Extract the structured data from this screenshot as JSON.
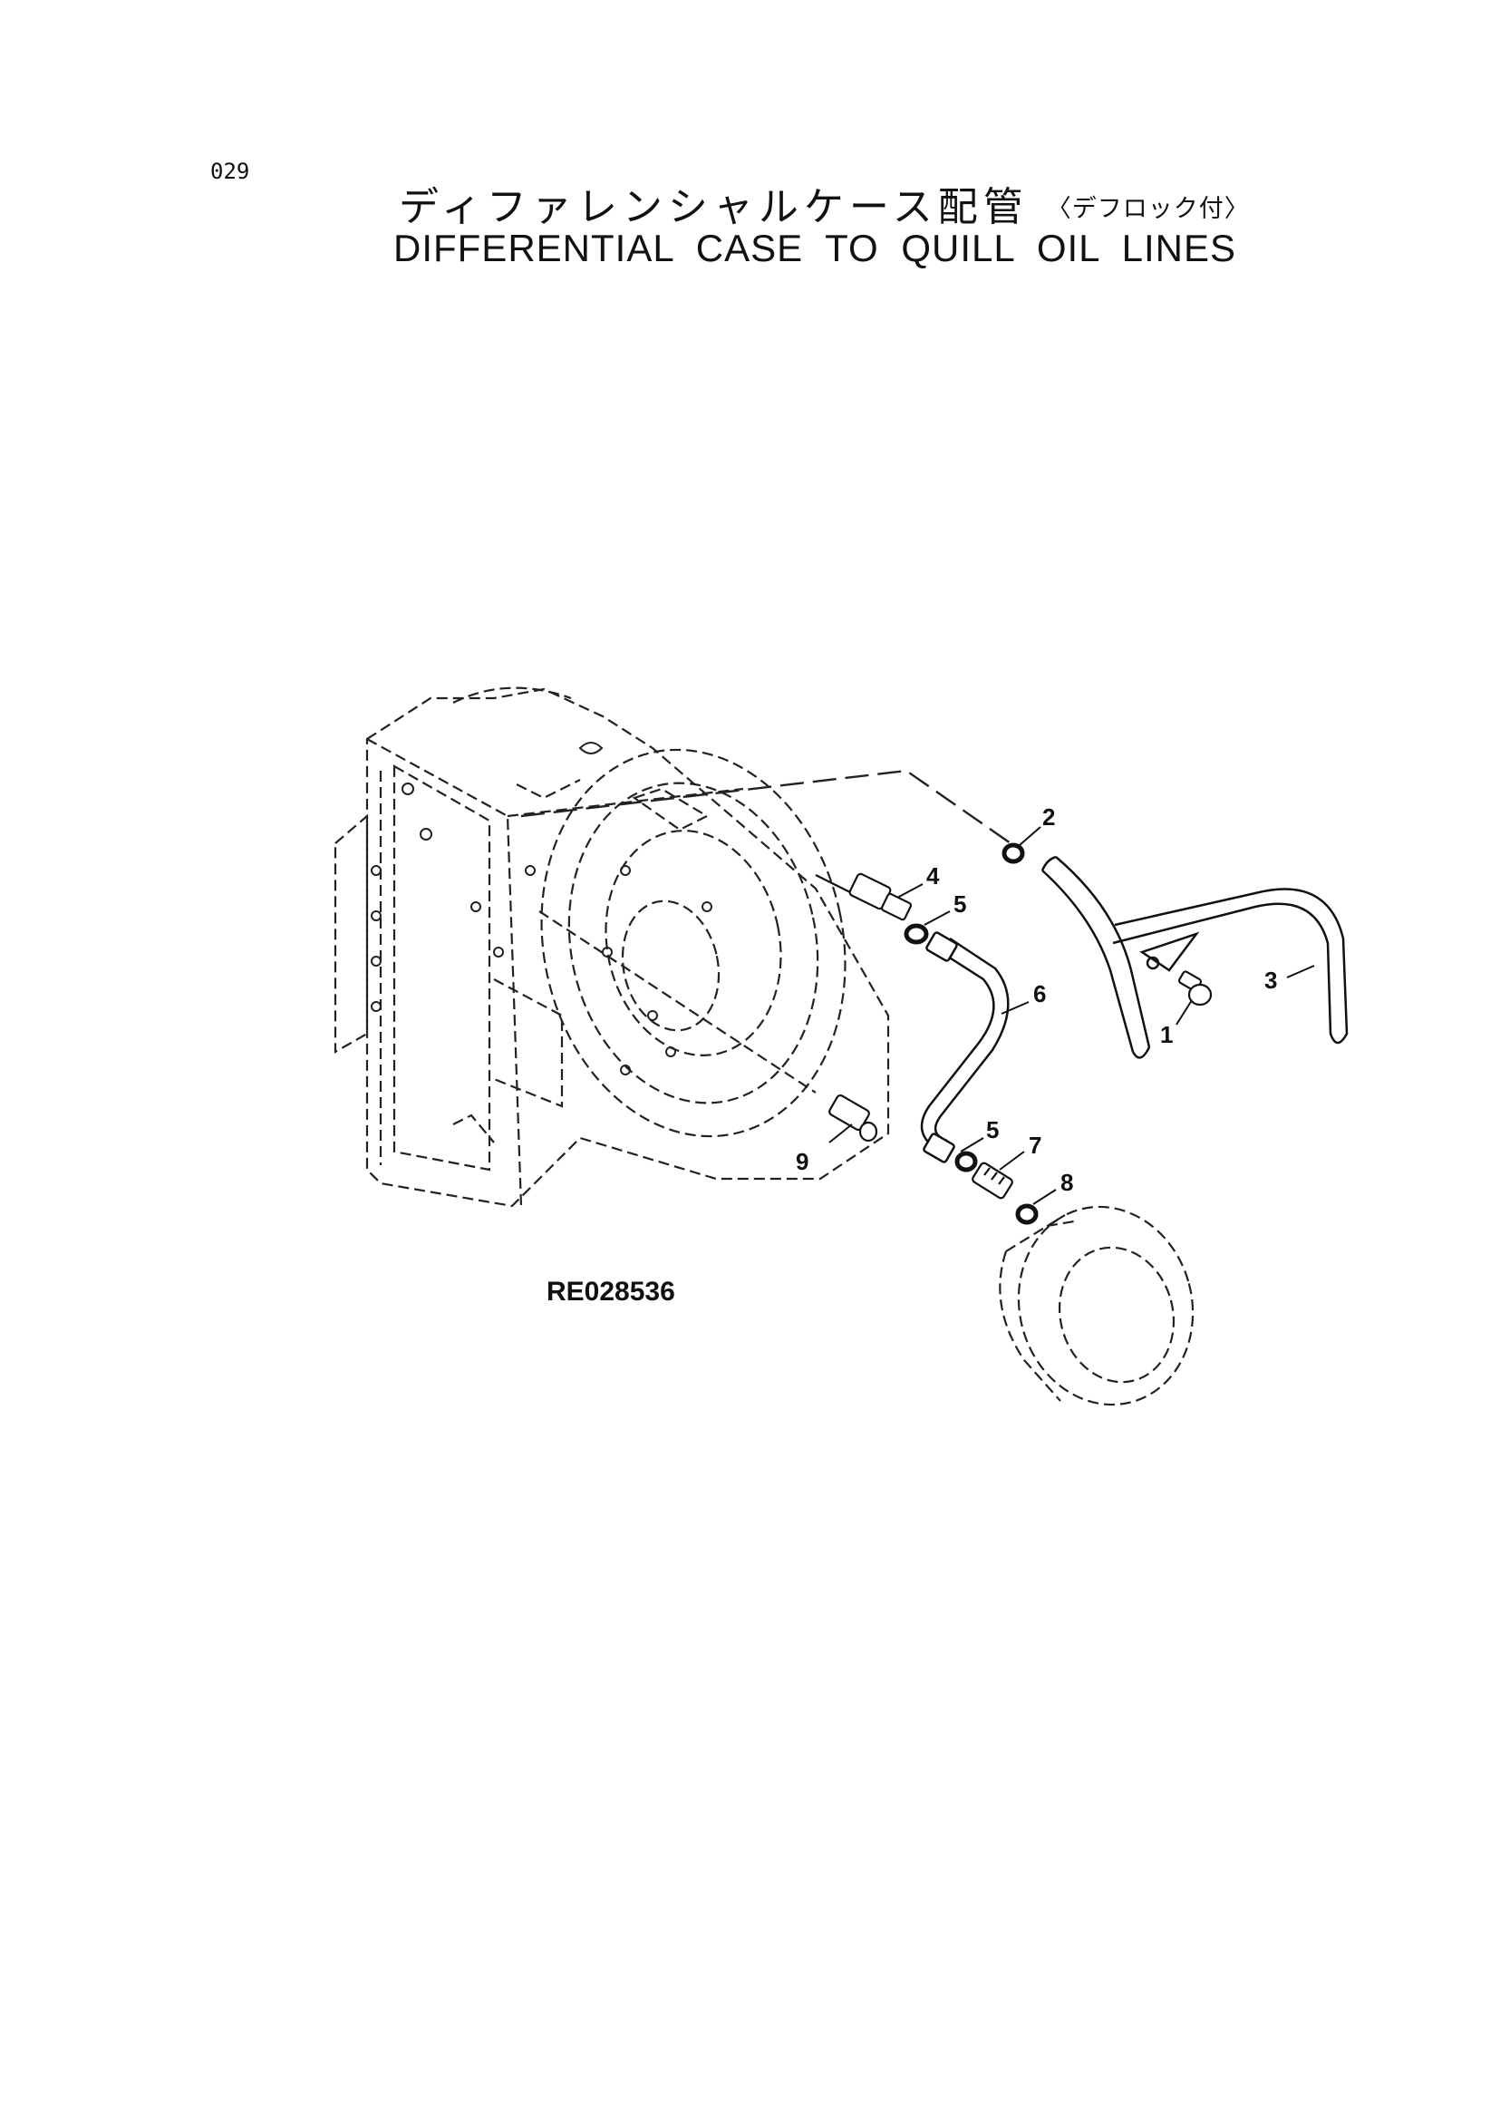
{
  "page": {
    "number": "029",
    "title_jp": "ディファレンシャルケース配管",
    "title_jp_sub": "〈デフロック付〉",
    "title_en": "DIFFERENTIAL CASE TO QUILL OIL LINES",
    "figure_code": "RE028536"
  },
  "callouts": [
    {
      "id": "callout-1",
      "label": "1"
    },
    {
      "id": "callout-2",
      "label": "2"
    },
    {
      "id": "callout-3",
      "label": "3"
    },
    {
      "id": "callout-4",
      "label": "4"
    },
    {
      "id": "callout-5a",
      "label": "5"
    },
    {
      "id": "callout-5b",
      "label": "5"
    },
    {
      "id": "callout-6",
      "label": "6"
    },
    {
      "id": "callout-7",
      "label": "7"
    },
    {
      "id": "callout-8",
      "label": "8"
    },
    {
      "id": "callout-9",
      "label": "9"
    }
  ]
}
